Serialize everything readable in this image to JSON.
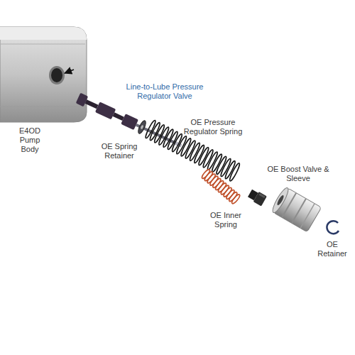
{
  "diagram": {
    "labels": [
      "E4OD Pump Body",
      "Line-to-Lube Pressure Regulator Valve",
      "OE Spring Retainer",
      "OE Pressure Regulator Spring",
      "OE Inner Spring",
      "OE Boost Valve & Sleeve",
      "OE Retainer"
    ]
  }
}
